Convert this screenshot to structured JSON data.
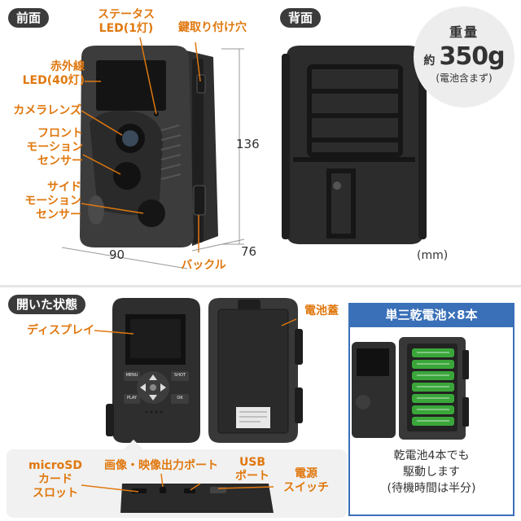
{
  "sections": {
    "front": "前面",
    "back": "背面",
    "open": "開いた状態"
  },
  "front_labels": {
    "status_led": "ステータス\nLED(1灯)",
    "lock_hole": "鍵取り付け穴",
    "infrared_led": "赤外線\nLED(40灯)",
    "camera_lens": "カメラレンズ",
    "front_motion_sensor": "フロント\nモーション\nセンサー",
    "side_motion_sensor": "サイド\nモーション\nセンサー",
    "buckle": "バックル"
  },
  "dimensions": {
    "height": "136",
    "width": "90",
    "depth": "76",
    "unit": "(mm)"
  },
  "weight": {
    "label": "重量",
    "prefix": "約",
    "value": "350g",
    "note": "(電池含まず)"
  },
  "open_labels": {
    "display": "ディスプレイ",
    "battery_cover": "電池蓋",
    "microsd": "microSD\nカード\nスロット",
    "av_port": "画像・映像出力ポート",
    "usb_port": "USB\nポート",
    "power_switch": "電源\nスイッチ"
  },
  "camera_buttons": {
    "menu": "MENU",
    "shot": "SHOT",
    "play": "PLAY",
    "ok": "OK"
  },
  "battery": {
    "title": "単三乾電池×8本",
    "note_line1": "乾電池4本でも",
    "note_line2": "駆動します",
    "note_line3": "(待機時間は半分)"
  },
  "colors": {
    "accent_orange": "#e0780f",
    "tag_dark": "#3b3b3b",
    "battery_blue": "#3a70b8",
    "battery_green": "#3aa63a"
  }
}
